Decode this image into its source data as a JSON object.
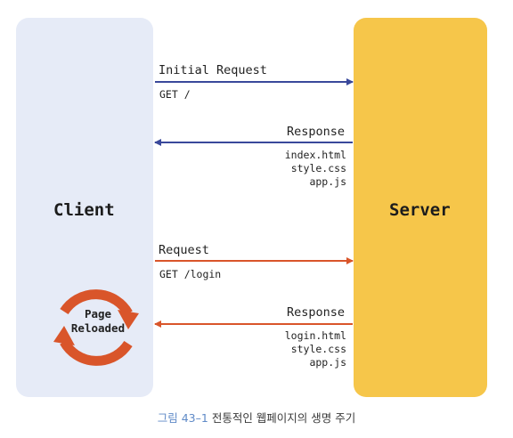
{
  "client": {
    "title": "Client"
  },
  "server": {
    "title": "Server"
  },
  "flow1": {
    "request_label": "Initial Request",
    "request_detail": "GET /",
    "response_label": "Response",
    "response_files": [
      "index.html",
      "style.css",
      "app.js"
    ]
  },
  "flow2": {
    "request_label": "Request",
    "request_detail": "GET /login",
    "response_label": "Response",
    "response_files": [
      "login.html",
      "style.css",
      "app.js"
    ]
  },
  "reload": {
    "line1": "Page",
    "line2": "Reloaded"
  },
  "caption": {
    "number": "그림 43–1",
    "text": "전통적인 웹페이지의 생명 주기"
  },
  "colors": {
    "blue_arrow": "#39489b",
    "red_arrow": "#d9552a",
    "client_bg": "#e6ebf7",
    "server_bg": "#f6c64a",
    "reload_icon": "#d9552a"
  }
}
